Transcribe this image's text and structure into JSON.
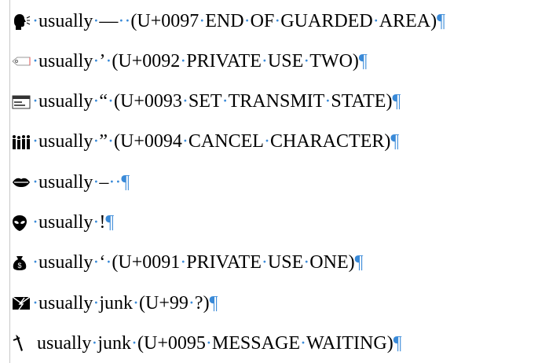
{
  "lines": [
    {
      "icon": "speaking-head-icon",
      "lead_dot": true,
      "text": "usually —  (U+0097 END OF GUARDED AREA)"
    },
    {
      "icon": "label-tag-icon",
      "lead_dot": true,
      "text": "usually ’ (U+0092 PRIVATE USE TWO)"
    },
    {
      "icon": "id-card-icon",
      "lead_dot": true,
      "text": "usually “ (U+0093 SET TRANSMIT STATE)"
    },
    {
      "icon": "family-icon",
      "lead_dot": true,
      "text": "usually ” (U+0094 CANCEL CHARACTER)"
    },
    {
      "icon": "lips-icon",
      "lead_dot": true,
      "text": "usually –  "
    },
    {
      "icon": "alien-icon",
      "lead_dot": true,
      "text": "usually !"
    },
    {
      "icon": "money-bag-icon",
      "lead_dot": true,
      "text": "usually ‘ (U+0091 PRIVATE USE ONE)"
    },
    {
      "icon": "envelope-lightning-icon",
      "lead_dot": true,
      "text": "usually junk (U+99 ?)"
    },
    {
      "icon": "dagger-icon",
      "lead_dot": false,
      "text": "usually junk (U+0095 MESSAGE WAITING)"
    }
  ],
  "pilcrow": "¶",
  "colors": {
    "formatting_marks": "#3a8ad8"
  }
}
